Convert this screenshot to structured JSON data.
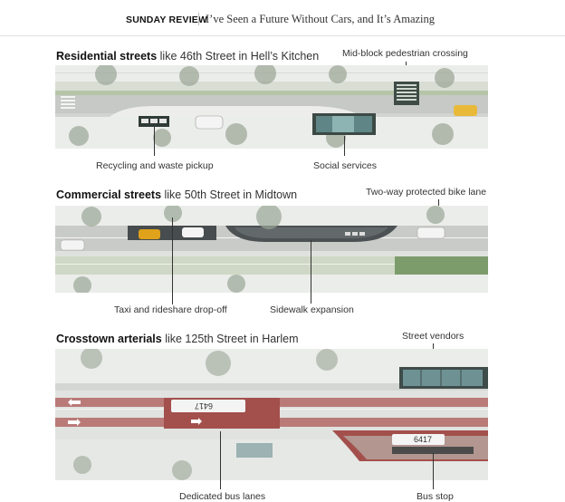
{
  "header": {
    "kicker": "SUNDAY REVIEW",
    "headline": "I’ve Seen a Future Without Cars, and It’s Amazing"
  },
  "sections": [
    {
      "title_bold": "Residential streets",
      "title_rest": " like 46th Street in Hell’s Kitchen",
      "callouts": [
        "Mid-block pedestrian crossing",
        "Recycling and waste pickup",
        "Social services"
      ]
    },
    {
      "title_bold": "Commercial streets",
      "title_rest": " like 50th Street in Midtown",
      "callouts": [
        "Two-way protected bike lane",
        "Taxi and rideshare drop-off",
        "Sidewalk expansion"
      ]
    },
    {
      "title_bold": "Crosstown arterials",
      "title_rest": " like 125th Street in Harlem",
      "callouts": [
        "Street vendors",
        "Dedicated bus lanes",
        "Bus stop"
      ],
      "bus_lane_number": "6417"
    }
  ],
  "colors": {
    "sidewalk": "#e3e5e2",
    "roadway": "#8c8f91",
    "greenway": "#a9bb9c",
    "bike_lane": "#7d9c6c",
    "bus_lane": "#a3504d",
    "taxi": "#e0a21a",
    "glass": "#5a7a7c"
  },
  "icons": [
    "tree-icon",
    "car-icon",
    "taxi-icon",
    "bus-icon",
    "bench-icon",
    "bin-icon"
  ]
}
